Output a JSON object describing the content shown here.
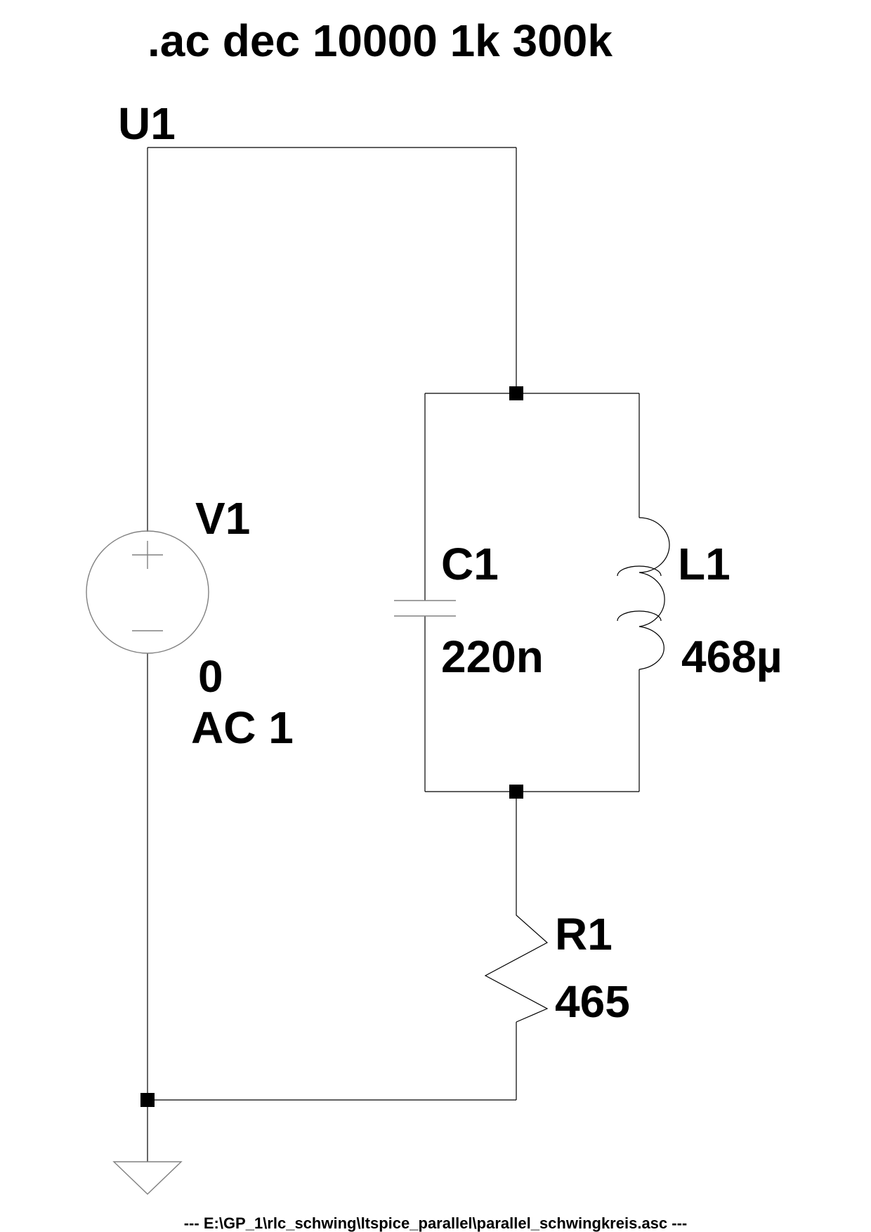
{
  "directive": ".ac dec 10000 1k 300k",
  "net_label": "U1",
  "components": {
    "source": {
      "name": "V1",
      "dc_value": "0",
      "ac_value": "AC 1"
    },
    "capacitor": {
      "name": "C1",
      "value": "220n"
    },
    "inductor": {
      "name": "L1",
      "value": "468µ"
    },
    "resistor": {
      "name": "R1",
      "value": "465"
    }
  },
  "footer": "---  E:\\GP_1\\rlc_schwing\\ltspice_parallel\\parallel_schwingkreis.asc  ---"
}
